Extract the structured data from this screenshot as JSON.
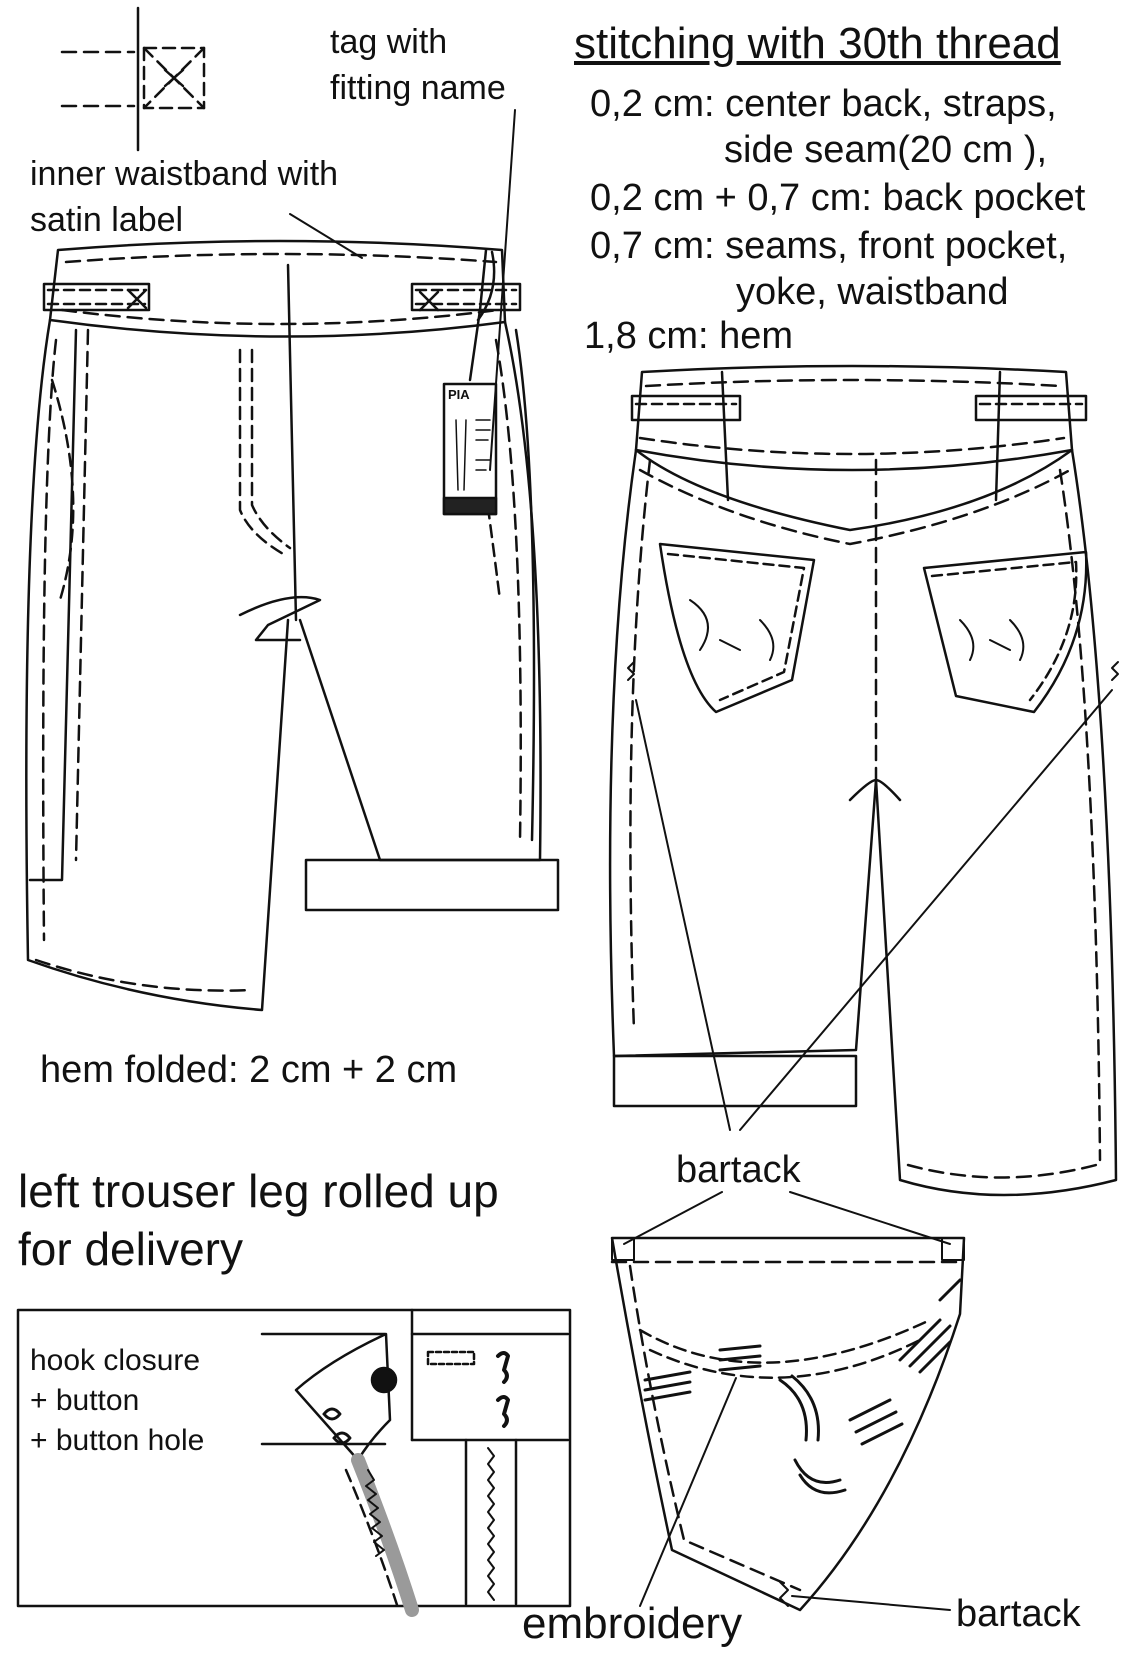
{
  "labels": {
    "tag_line1": "tag with",
    "tag_line2": "fitting name",
    "waistband_line1": "inner waistband with",
    "waistband_line2": "satin label",
    "stitch_title": "stitching with 30th thread",
    "stitch_1a": "0,2 cm: center back, straps,",
    "stitch_1b": "side seam(20 cm ),",
    "stitch_2": "0,2 cm + 0,7 cm: back pocket",
    "stitch_3a": "0,7 cm: seams, front pocket,",
    "stitch_3b": "yoke, waistband",
    "stitch_4": "1,8 cm: hem",
    "hem_folded": "hem folded: 2 cm + 2 cm",
    "rolled_line1": "left trouser leg rolled up",
    "rolled_line2": "for delivery",
    "bartack_upper": "bartack",
    "bartack_lower": "bartack",
    "embroidery": "embroidery",
    "closure_line1": "hook closure",
    "closure_line2": "+ button",
    "closure_line3": "+ button hole",
    "hangtag_brand": "PIA"
  },
  "colors": {
    "line": "#111111",
    "paper": "#ffffff",
    "tag_band": "#222222",
    "zip_tape": "#9a9a9a"
  }
}
